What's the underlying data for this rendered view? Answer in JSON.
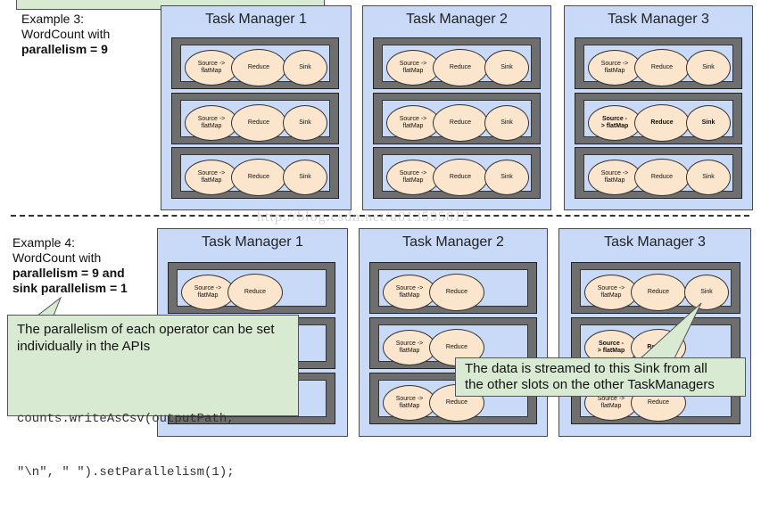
{
  "example3": {
    "line1": "Example 3:",
    "line2": "WordCount with",
    "line3": "parallelism = 9"
  },
  "example4": {
    "line1": "Example 4:",
    "line2": "WordCount with",
    "line3": "parallelism = 9 and",
    "line4": "sink parallelism = 1"
  },
  "task_managers": {
    "tm1": "Task Manager 1",
    "tm2": "Task Manager 2",
    "tm3": "Task Manager 3"
  },
  "ops": {
    "source_a": "Source ->",
    "source_b": "flatMap",
    "source_bold_a": "Source -",
    "source_bold_b": "> flatMap",
    "reduce": "Reduce",
    "sink": "Sink"
  },
  "callout_left": {
    "text_line1": "The parallelism of each operator can be set",
    "text_line2": "individually in the APIs",
    "code_line1": "counts.writeAsCsv(outputPath,",
    "code_line2": "\"\\n\", \" \").setParallelism(1);"
  },
  "callout_right": {
    "line1": "The data is streamed to this Sink from all",
    "line2": "the other slots on the other TaskManagers"
  },
  "watermark": "http://blog.csdn.net/u013595812"
}
